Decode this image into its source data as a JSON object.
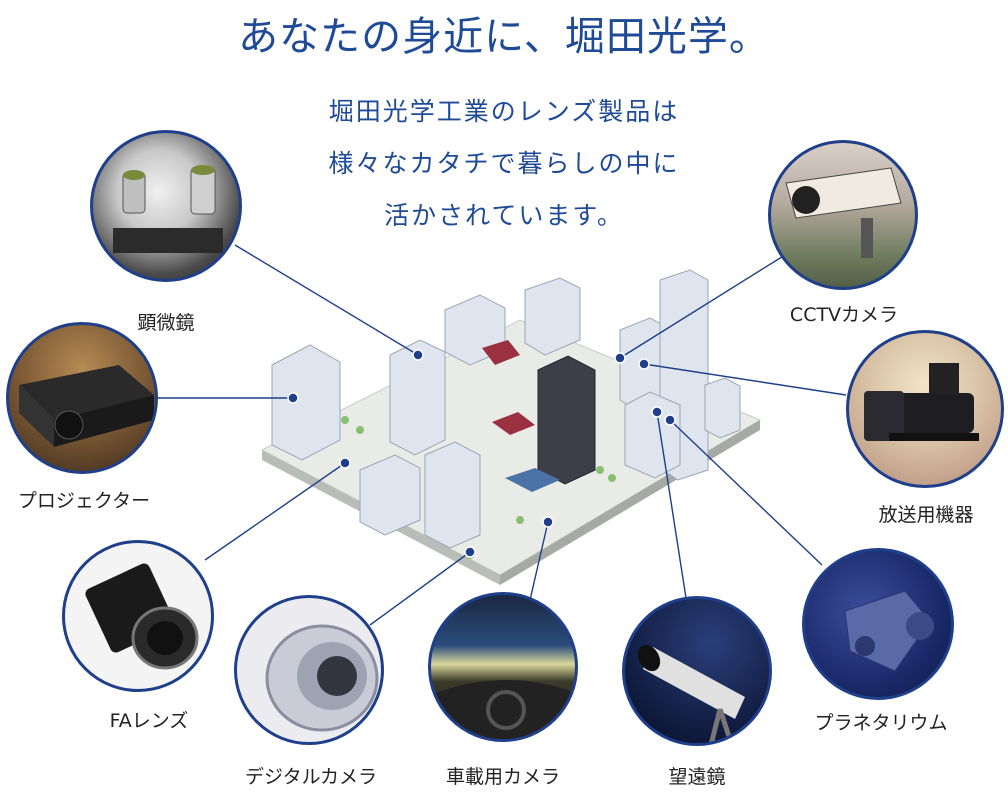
{
  "title": "あなたの身近に、堀田光学。",
  "intro": [
    "堀田光学工業のレンズ製品は",
    "様々なカタチで暮らしの中に",
    "活かされています。"
  ],
  "colors": {
    "accent": "#1f4a97",
    "ring": "#1f3f8a"
  },
  "products": {
    "microscope": "顕微鏡",
    "projector": "プロジェクター",
    "fa_lens": "FAレンズ",
    "digital_camera": "デジタルカメラ",
    "car_camera": "車載用カメラ",
    "telescope": "望遠鏡",
    "planetarium": "プラネタリウム",
    "broadcast": "放送用機器",
    "cctv": "CCTVカメラ"
  }
}
